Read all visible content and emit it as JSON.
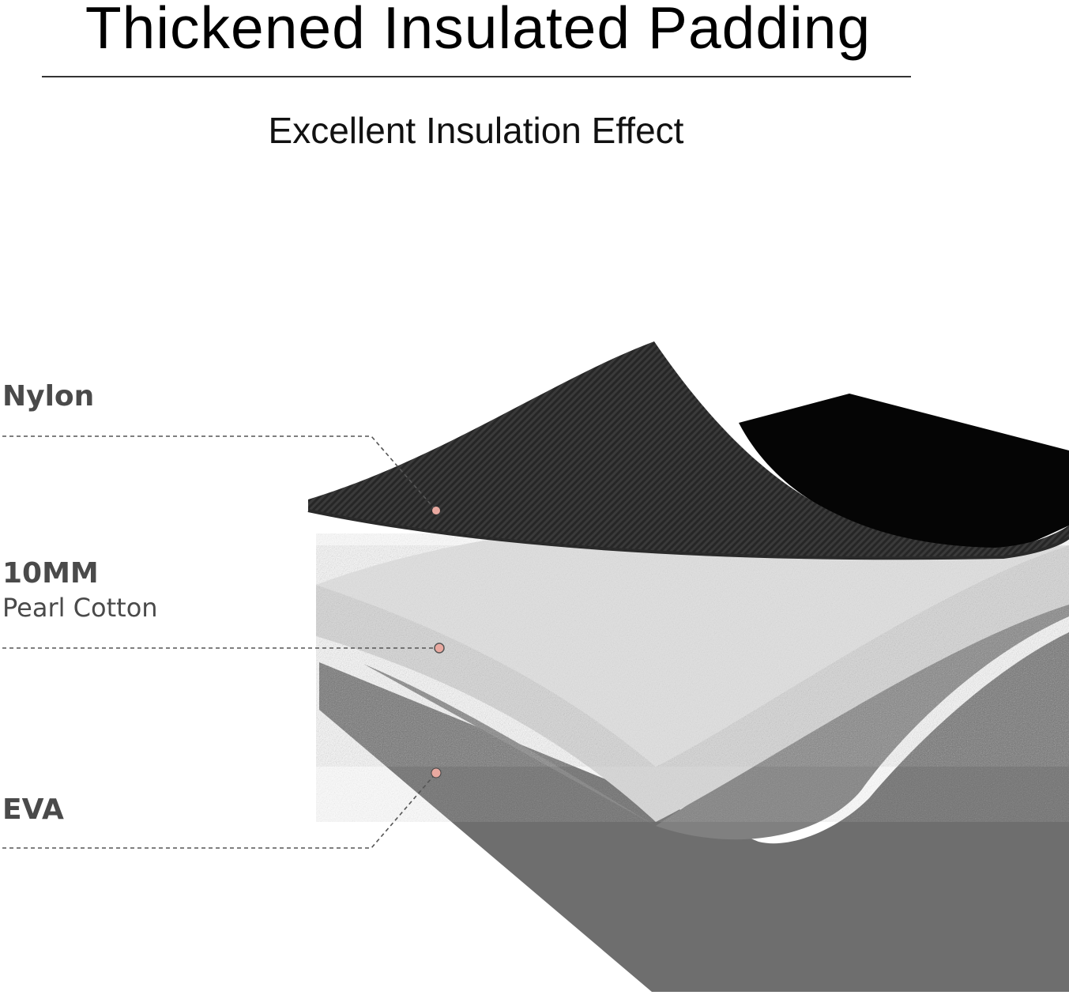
{
  "title": "Thickened Insulated Padding",
  "subtitle": "Excellent Insulation Effect",
  "layers": [
    {
      "name": "Nylon"
    },
    {
      "name": "10MM",
      "detail": "Pearl Cotton"
    },
    {
      "name": "EVA"
    }
  ],
  "colors": {
    "nylon": "#1f1f1f",
    "nylon_back": "#050505",
    "pearl_cotton": "#d8d8d8",
    "eva": "#6e6e6e",
    "marker": "#e9a9a0",
    "label_text": "#4a4a4a"
  }
}
